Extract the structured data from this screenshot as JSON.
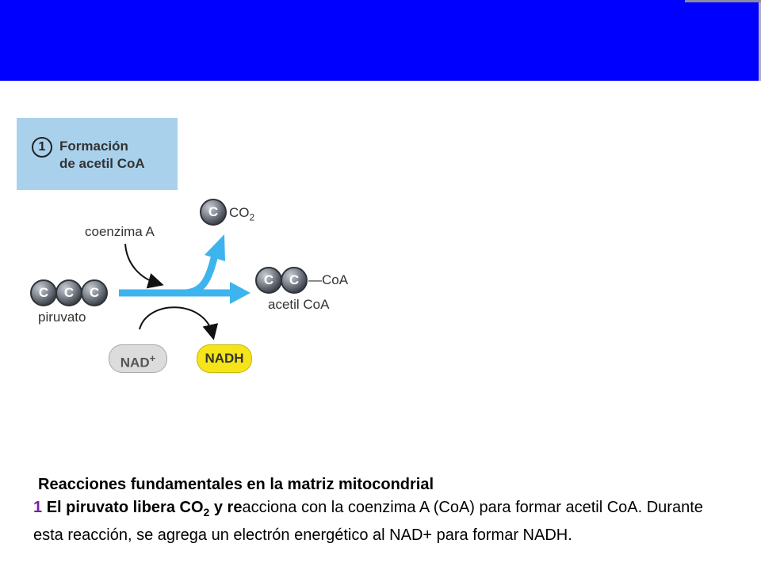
{
  "colors": {
    "header": "#0000ff",
    "step_box": "#a9d1ec",
    "arrow": "#3db4ee",
    "nadh": "#f4e419",
    "nad": "#dcdcdc",
    "number_accent": "#7a1fa2"
  },
  "diagram": {
    "step_number": "1",
    "step_title_line1": "Formación",
    "step_title_line2": "de acetil CoA",
    "carbon_symbol": "C",
    "co2_label": "CO",
    "co2_subscript": "2",
    "coenzyme_label": "coenzima A",
    "coa_label": "—CoA",
    "acetyl_label": "acetil CoA",
    "pyruvate_label": "piruvato",
    "nad_label": "NAD",
    "nad_superscript": "+",
    "nadh_label": "NADH"
  },
  "caption": {
    "title": "Reacciones fundamentales en la matriz mitocondrial",
    "number": "1",
    "text_bold_1": "El piruvato libera CO",
    "text_bold_sub": "2",
    "text_bold_2": " y re",
    "text_normal_line1": "acciona con la coenzima A (CoA) para formar",
    "text_normal_rest": "acetil CoA. Durante esta reacción, se agrega un electrón energético al NAD+ para formar NADH."
  }
}
